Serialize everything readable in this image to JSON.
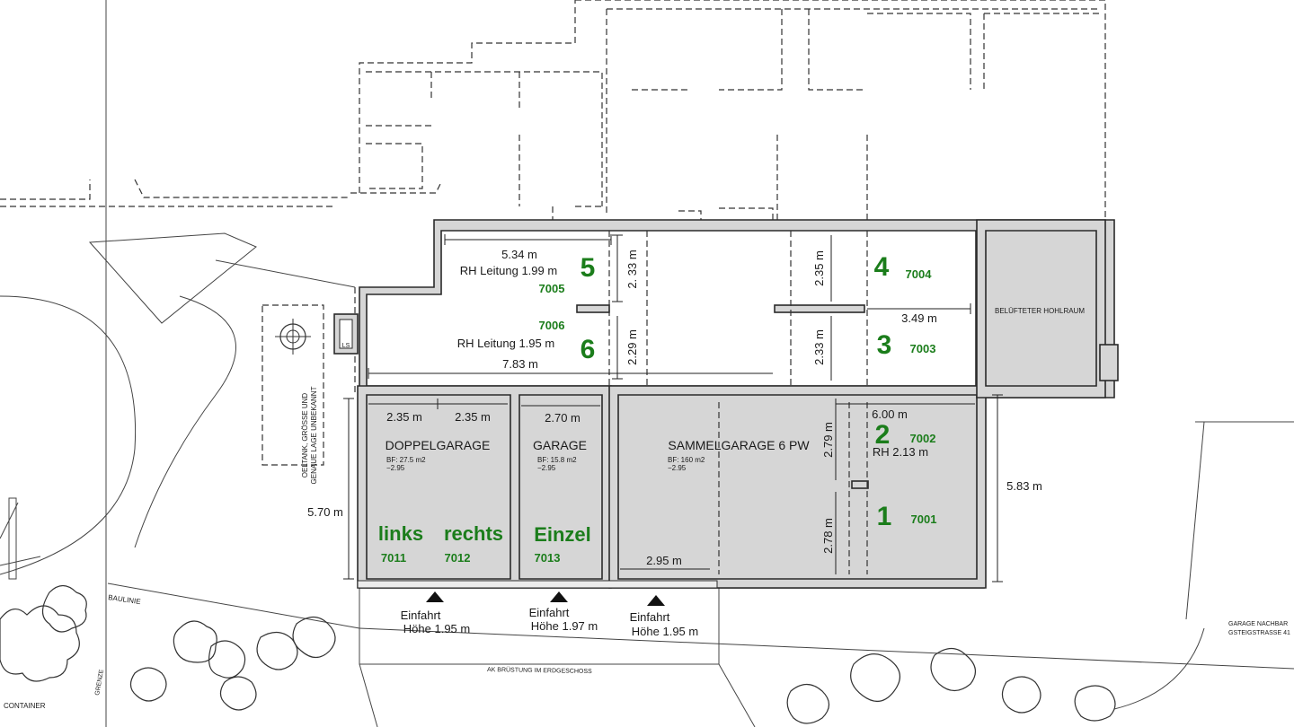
{
  "dimensions": {
    "d534": "5.34 m",
    "d233a": "2. 33 m",
    "d783": "7.83 m",
    "d229": "2.29 m",
    "d235v": "2.35 m",
    "d233b": "2.33 m",
    "d349": "3.49 m",
    "d235l": "2.35 m",
    "d235r": "2.35 m",
    "d270": "2.70 m",
    "d600": "6.00 m",
    "d279": "2.79 m",
    "d278": "2.78 m",
    "d570": "5.70 m",
    "d583": "5.83 m",
    "d295": "2.95 m"
  },
  "headroom": {
    "rh_5": "RH Leitung 1.99 m",
    "rh_6": "RH Leitung 1.95 m",
    "rh_2": "RH 2.13 m"
  },
  "spaces": [
    {
      "number": "5",
      "code": "7005"
    },
    {
      "number": "6",
      "code": "7006"
    },
    {
      "number": "4",
      "code": "7004"
    },
    {
      "number": "3",
      "code": "7003"
    },
    {
      "number": "2",
      "code": "7002"
    },
    {
      "number": "1",
      "code": "7001"
    }
  ],
  "garages": {
    "links": {
      "label": "links",
      "code": "7011"
    },
    "rechts": {
      "label": "rechts",
      "code": "7012"
    },
    "einzel": {
      "label": "Einzel",
      "code": "7013"
    }
  },
  "rooms": {
    "doppelgarage": {
      "title": "DOPPELGARAGE",
      "bf": "BF: 27.5 m2",
      "level": "−2.95"
    },
    "garage": {
      "title": "GARAGE",
      "bf": "BF: 15.8 m2",
      "level": "−2.95"
    },
    "sammelgarage": {
      "title": "SAMMELGARAGE  6 PW",
      "bf": "BF:  160 m2",
      "level": "−2.95"
    },
    "hohlraum": "BELÜFTETER HOHLRAUM",
    "ls": "LS"
  },
  "entrances": [
    {
      "label": "Einfahrt",
      "height": "Höhe 1.95 m"
    },
    {
      "label": "Einfahrt",
      "height": "Höhe 1.97 m"
    },
    {
      "label": "Einfahrt",
      "height": "Höhe 1.95 m"
    }
  ],
  "annotations": {
    "tank_line1": "OELTANK, GRÖSSE UND",
    "tank_line2": "GENAUE LAGE UNBEKANNT",
    "baulinie": "BAULINIE",
    "grenze": "GRENZE",
    "container": "CONTAINER",
    "bruestung": "AK BRÜSTUNG IM ERDGESCHOSS",
    "garage_nb1": "GARAGE NACHBAR",
    "garage_nb2": "GSTEIGSTRASSE 41"
  },
  "colors": {
    "green_labels": "#1b7d1b",
    "wall_fill": "#d6d6d6"
  }
}
